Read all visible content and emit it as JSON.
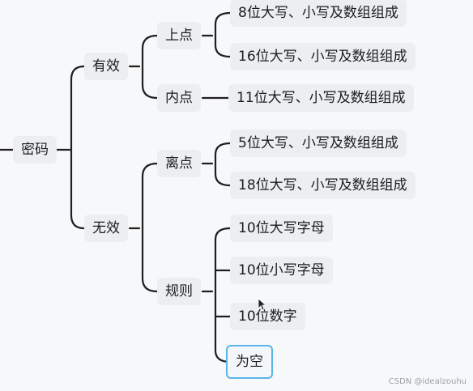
{
  "mindmap": {
    "root": "密码",
    "branches": [
      {
        "label": "有效",
        "children": [
          {
            "label": "上点",
            "children": [
              "8位大写、小写及数组组成",
              "16位大写、小写及数组组成"
            ]
          },
          {
            "label": "内点",
            "children": [
              "11位大写、小写及数组组成"
            ]
          }
        ]
      },
      {
        "label": "无效",
        "children": [
          {
            "label": "离点",
            "children": [
              "5位大写、小写及数组组成",
              "18位大写、小写及数组组成"
            ]
          },
          {
            "label": "规则",
            "children": [
              "10位大写字母",
              "10位小写字母",
              "10位数字",
              "为空"
            ]
          }
        ]
      }
    ],
    "selected_node": "为空",
    "colors": {
      "node_bg": "#eceef2",
      "line": "#1f1f1f",
      "selection_border": "#5ab5e8"
    }
  },
  "watermark": "CSDN @idealzouhu"
}
